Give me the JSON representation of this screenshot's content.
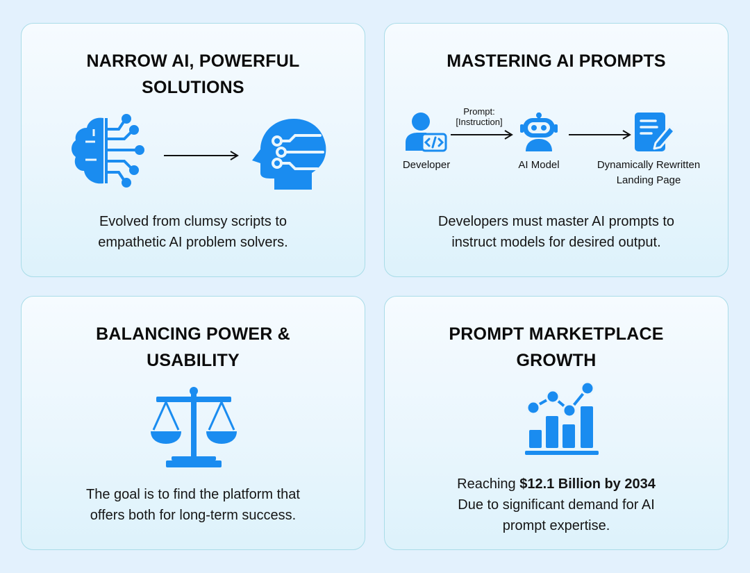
{
  "cards": [
    {
      "title_lines": [
        "NARROW AI, POWERFUL",
        "SOLUTIONS"
      ],
      "desc_lines": [
        "Evolved from clumsy scripts to",
        "empathetic AI problem solvers."
      ],
      "icons": [
        "brain-circuit-icon",
        "arrow-right-icon",
        "ai-head-icon"
      ]
    },
    {
      "title_lines": [
        "MASTERING AI PROMPTS"
      ],
      "flow": {
        "prompt_label_lines": [
          "Prompt:",
          "[Instruction]"
        ],
        "developer_label": "Developer",
        "model_label": "AI Model",
        "page_label_lines": [
          "Dynamically Rewritten",
          "Landing Page"
        ]
      },
      "desc_lines": [
        "Developers must master AI prompts to",
        "instruct models for desired output."
      ],
      "icons": [
        "developer-icon",
        "robot-icon",
        "document-edit-icon"
      ]
    },
    {
      "title_lines": [
        "BALANCING POWER &",
        "USABILITY"
      ],
      "desc_lines": [
        "The goal is to find the platform that",
        "offers both for long-term success."
      ],
      "icons": [
        "balance-scale-icon"
      ]
    },
    {
      "title_lines": [
        "PROMPT MARKETPLACE",
        "GROWTH"
      ],
      "desc_prefix": "Reaching ",
      "desc_bold": "$12.1 Billion by 2034",
      "desc_lines": [
        "Due to significant demand for AI",
        "prompt expertise."
      ],
      "icons": [
        "growth-chart-icon"
      ]
    }
  ],
  "colors": {
    "icon_blue": "#1a8cf0",
    "background": "#e3f1fd",
    "card_border": "#a9dce8"
  }
}
